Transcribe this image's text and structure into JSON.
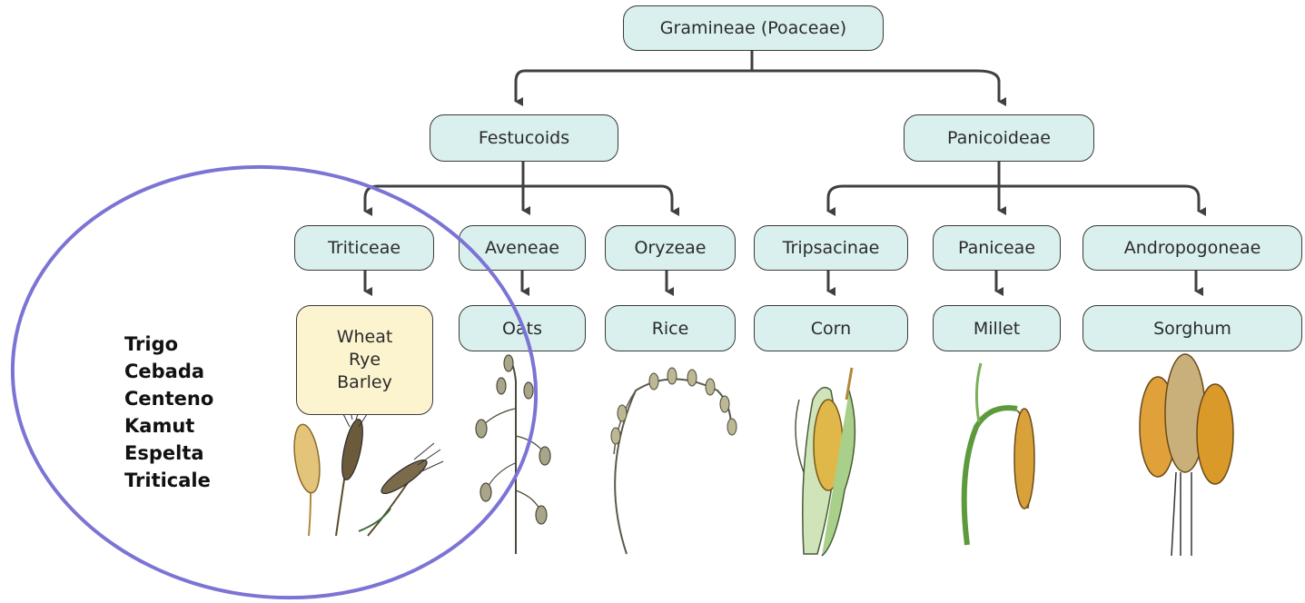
{
  "tree": {
    "root": "Gramineae (Poaceae)",
    "subfamilies": [
      "Festucoids",
      "Panicoideae"
    ],
    "tribes": [
      "Triticeae",
      "Aveneae",
      "Oryzeae",
      "Tripsacinae",
      "Paniceae",
      "Andropogoneae"
    ],
    "crops": {
      "wheat_group": [
        "Wheat",
        "Rye",
        "Barley"
      ],
      "oats": "Oats",
      "rice": "Rice",
      "corn": "Corn",
      "millet": "Millet",
      "sorghum": "Sorghum"
    }
  },
  "annotation": {
    "items": [
      "Trigo",
      "Cebada",
      "Centeno",
      "Kamut",
      "Espelta",
      "Triticale"
    ],
    "circle_color": "#7b74d4"
  },
  "colors": {
    "node_fill": "#d9f0ee",
    "highlight_fill": "#fcf3cf",
    "stroke": "#3a3a3a",
    "arrow": "#404040"
  },
  "illustrations": [
    "wheat-rye-barley-icon",
    "oats-icon",
    "rice-icon",
    "corn-icon",
    "millet-icon",
    "sorghum-icon"
  ]
}
